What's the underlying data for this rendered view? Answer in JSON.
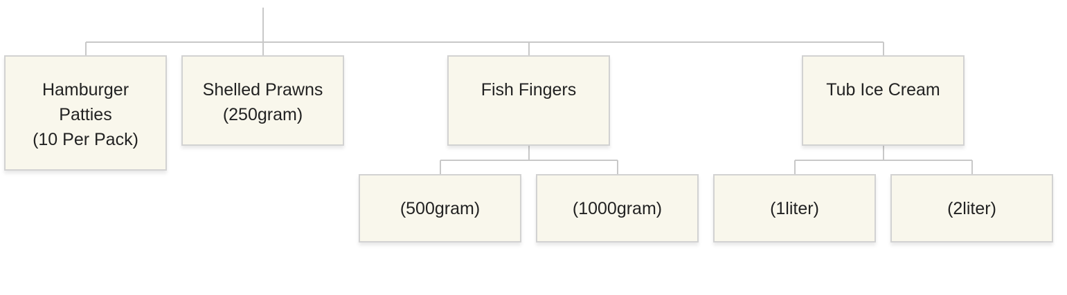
{
  "diagram": {
    "type": "tree",
    "nodes": [
      {
        "id": "hamburger-patties",
        "label": "Hamburger\nPatties\n(10 Per Pack)"
      },
      {
        "id": "shelled-prawns",
        "label": "Shelled Prawns\n(250gram)"
      },
      {
        "id": "fish-fingers",
        "label": "Fish Fingers"
      },
      {
        "id": "tub-ice-cream",
        "label": "Tub Ice Cream"
      },
      {
        "id": "fish-fingers-500",
        "label": "(500gram)"
      },
      {
        "id": "fish-fingers-1000",
        "label": "(1000gram)"
      },
      {
        "id": "ice-cream-1liter",
        "label": "(1liter)"
      },
      {
        "id": "ice-cream-2liter",
        "label": "(2liter)"
      }
    ],
    "edges": [
      {
        "from": "root",
        "to": "hamburger-patties"
      },
      {
        "from": "root",
        "to": "shelled-prawns"
      },
      {
        "from": "root",
        "to": "fish-fingers"
      },
      {
        "from": "root",
        "to": "tub-ice-cream"
      },
      {
        "from": "fish-fingers",
        "to": "fish-fingers-500"
      },
      {
        "from": "fish-fingers",
        "to": "fish-fingers-1000"
      },
      {
        "from": "tub-ice-cream",
        "to": "ice-cream-1liter"
      },
      {
        "from": "tub-ice-cream",
        "to": "ice-cream-2liter"
      }
    ],
    "colors": {
      "node_fill": "#f9f7ec",
      "node_border": "#d2d2d2",
      "connector": "#c8c8c8",
      "text": "#222222"
    }
  }
}
